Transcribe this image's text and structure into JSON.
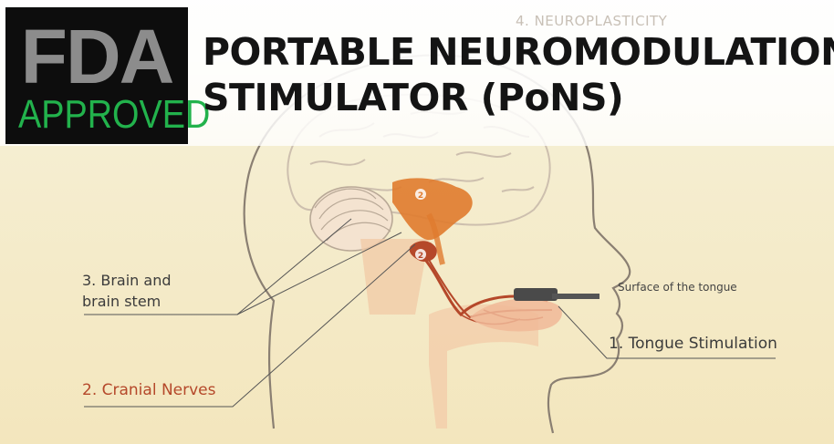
{
  "badge": {
    "top": "FDA",
    "bottom": "APPROVED",
    "top_color": "#8c8c8c",
    "bottom_color": "#22b24c"
  },
  "header": {
    "title_line1": "PORTABLE NEUROMODULATION",
    "title_line2": "STIMULATOR (PoNS)",
    "section": "4. NEUROPLASTICITY"
  },
  "labels": {
    "brain_line1": "3. Brain and",
    "brain_line2": "brain stem",
    "cranial_nerves": "2. Cranial Nerves",
    "tongue_stimulation": "1. Tongue Stimulation",
    "surface_of_tongue": "Surface of the tongue"
  },
  "markers": {
    "upper": "2",
    "lower": "2"
  },
  "colors": {
    "accent_orange": "#e07b2e",
    "nerve_red": "#b5482a",
    "outline": "#8a7f72"
  }
}
